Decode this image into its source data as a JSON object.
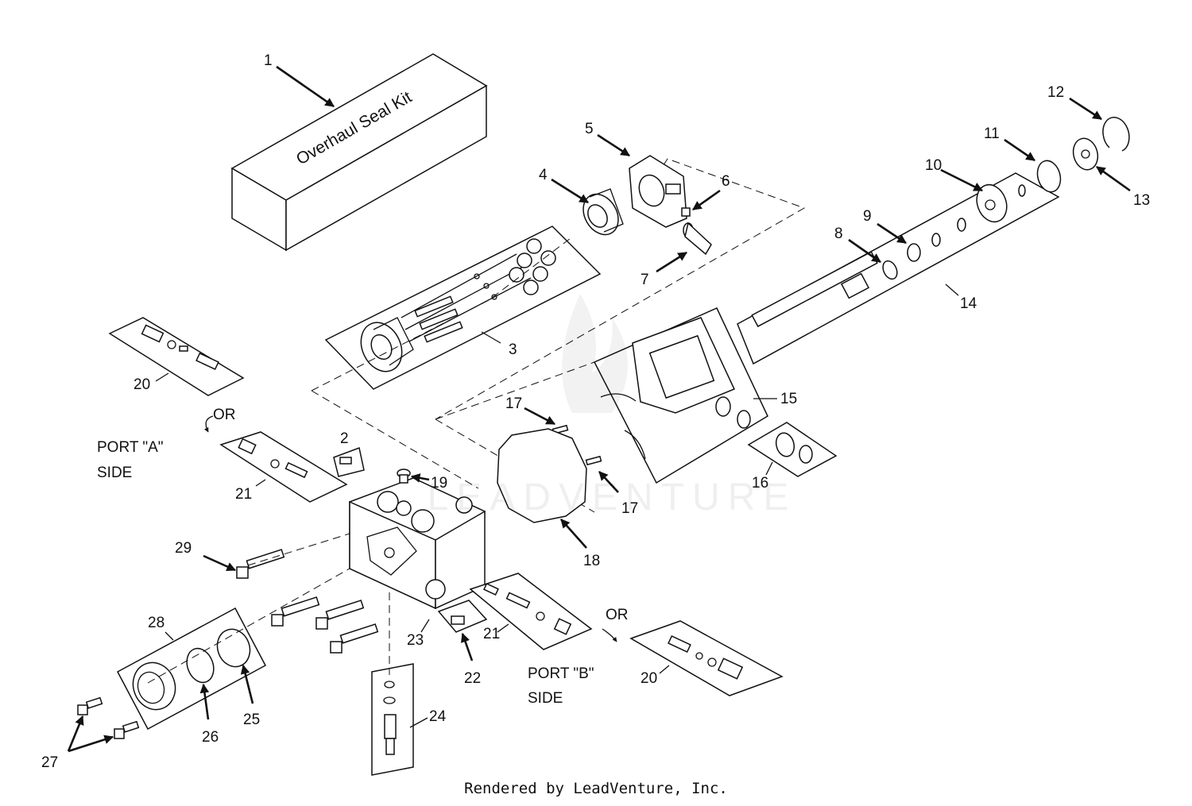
{
  "diagram": {
    "kit_box_text": "Overhaul Seal Kit",
    "callouts": {
      "c1": "1",
      "c2": "2",
      "c3": "3",
      "c4": "4",
      "c5": "5",
      "c6": "6",
      "c7": "7",
      "c8": "8",
      "c9": "9",
      "c10": "10",
      "c11": "11",
      "c12": "12",
      "c13": "13",
      "c14": "14",
      "c15": "15",
      "c16": "16",
      "c17a": "17",
      "c17b": "17",
      "c18": "18",
      "c19": "19",
      "c20a": "20",
      "c20b": "20",
      "c21a": "21",
      "c21b": "21",
      "c22": "22",
      "c23": "23",
      "c24": "24",
      "c25": "25",
      "c26": "26",
      "c27": "27",
      "c28": "28",
      "c29": "29"
    },
    "notes": {
      "or_a": "OR",
      "port_a_line1": "PORT \"A\"",
      "port_a_line2": "SIDE",
      "or_b": "OR",
      "port_b_line1": "PORT \"B\"",
      "port_b_line2": "SIDE"
    },
    "watermark": "LEADVENTURE"
  },
  "footer": {
    "text": "Rendered by LeadVenture, Inc."
  }
}
